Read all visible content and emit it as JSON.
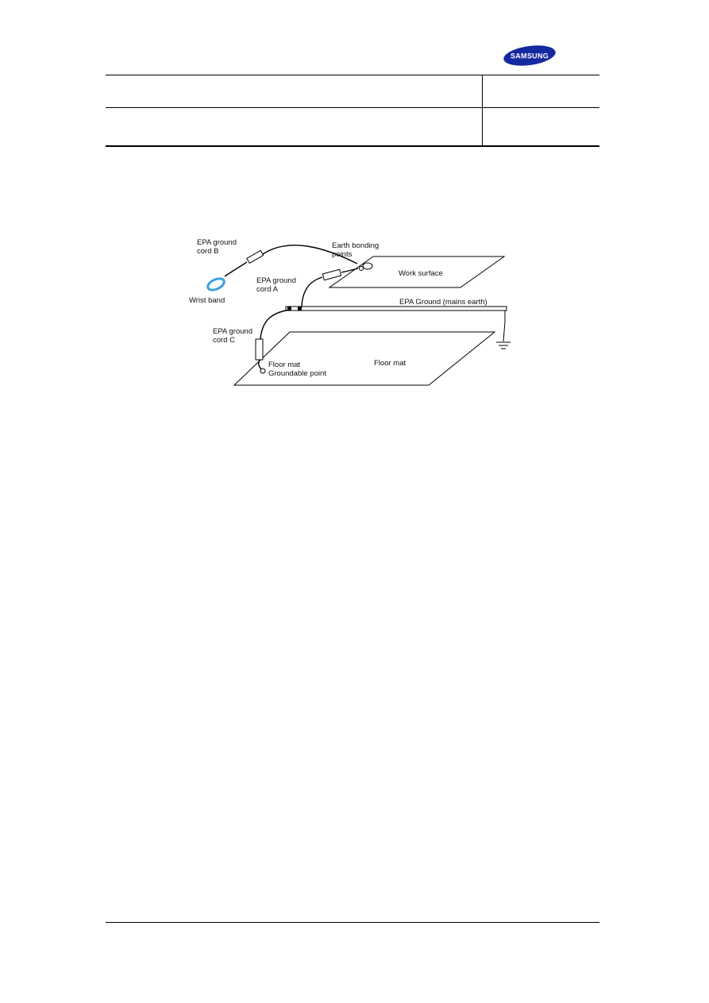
{
  "header": {
    "logo": {
      "text": "SAMSUNG",
      "color": "#1428a0"
    },
    "row1": {
      "left": "",
      "right": ""
    },
    "row2": {
      "left": "",
      "right": ""
    }
  },
  "diagram": {
    "labels": {
      "cord_b_line1": "EPA ground",
      "cord_b_line2": "cord B",
      "earth_bonding_line1": "Earth bonding",
      "earth_bonding_line2": "points",
      "cord_a_line1": "EPA ground",
      "cord_a_line2": "cord A",
      "work_surface": "Work surface",
      "wrist_band": "Wrist band",
      "epa_ground": "EPA Ground (mains earth)",
      "cord_c_line1": "EPA ground",
      "cord_c_line2": "cord C",
      "floor_mat_point_line1": "Floor mat",
      "floor_mat_point_line2": "Groundable point",
      "floor_mat": "Floor mat"
    },
    "colors": {
      "wrist_band": "#3aa0e0",
      "lines": "#000000"
    }
  }
}
